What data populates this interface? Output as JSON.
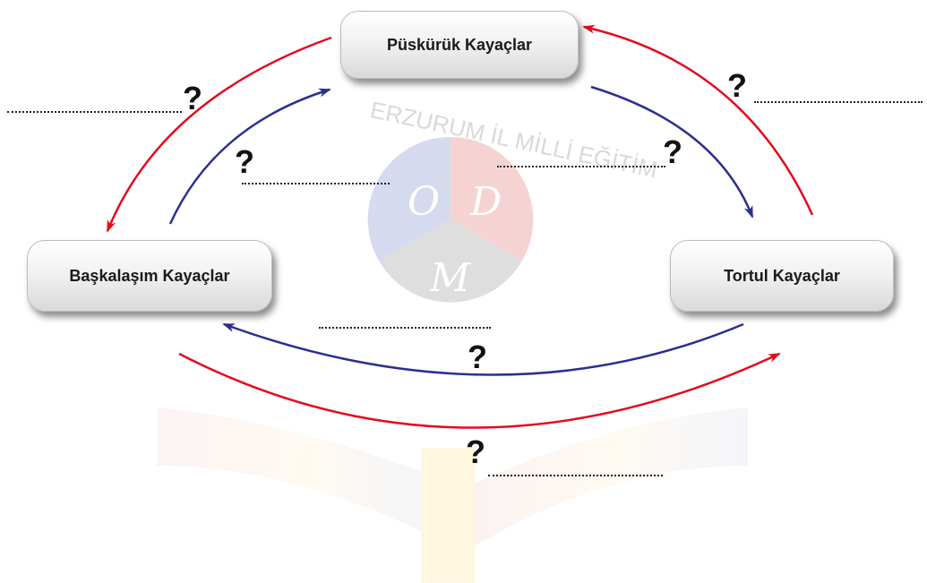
{
  "nodes": {
    "top": "Püskürük Kayaçlar",
    "left": "Başkalaşım Kayaçlar",
    "right": "Tortul Kayaçlar"
  },
  "question_marks": [
    "?",
    "?",
    "?",
    "?",
    "?",
    "?"
  ],
  "colors": {
    "red_arrow": "#e30b1c",
    "blue_arrow": "#2a2f8f"
  },
  "watermark": {
    "letters": [
      "O",
      "D",
      "M"
    ],
    "text_arc": "ERZURUM İL MİLLİ EĞİTİM"
  }
}
